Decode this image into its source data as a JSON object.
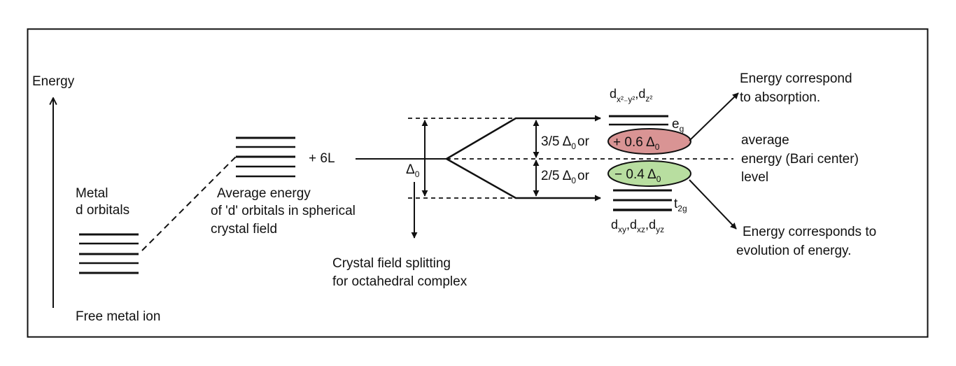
{
  "title": "Crystal field splitting of d orbitals in an octahedral complex",
  "colors": {
    "line": "#111111",
    "eg_ellipse": "#d99494",
    "t2g_ellipse": "#b8dea0",
    "frame": "#111111"
  },
  "axis": {
    "label": "Energy"
  },
  "free_ion": {
    "label_line1": "Metal",
    "label_line2": "d orbitals",
    "caption": "Free metal ion",
    "orbital_count": 5
  },
  "spherical": {
    "ligand_label": "+ 6L",
    "caption_line1": "Average energy",
    "caption_line2": "of 'd' orbitals in spherical",
    "caption_line3": "crystal field",
    "orbital_count": 5
  },
  "splitting": {
    "delta_symbol": "Δ",
    "delta_sub": "0",
    "caption_line1": "Crystal field splitting",
    "caption_line2": "for octahedral complex"
  },
  "eg": {
    "orbitals_main": "d",
    "orbital1_sub": "x²₋y²",
    "orbital2_sub": "z²",
    "separator": ",",
    "set_label": "e",
    "set_sub": "g",
    "orbital_count": 2,
    "fraction_label": "3/5 Δ",
    "fraction_sub": "0",
    "or_text": "or",
    "value_label": "+ 0.6 Δ",
    "value_sub": "0"
  },
  "t2g": {
    "orbital1": "d",
    "orbital1_sub": "xy",
    "orbital2": "d",
    "orbital2_sub": "xz",
    "orbital3": "d",
    "orbital3_sub": "yz",
    "separator": ",",
    "set_label": "t",
    "set_sub": "2g",
    "orbital_count": 3,
    "fraction_label": "2/5 Δ",
    "fraction_sub": "0",
    "or_text": "or",
    "value_label": "− 0.4 Δ",
    "value_sub": "0"
  },
  "annotations": {
    "absorption_line1": "Energy correspond",
    "absorption_line2": "to absorption.",
    "barycenter_line1": "average",
    "barycenter_line2": "energy (Bari center)",
    "barycenter_line3": "level",
    "evolution_line1": "Energy corresponds to",
    "evolution_line2": "evolution of energy."
  }
}
